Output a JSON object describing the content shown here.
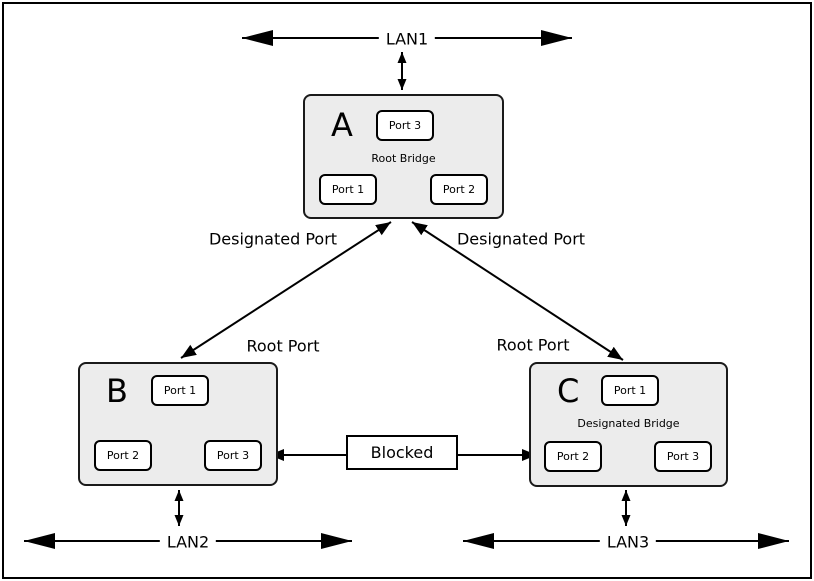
{
  "diagram": {
    "lans": {
      "lan1": "LAN1",
      "lan2": "LAN2",
      "lan3": "LAN3"
    },
    "bridges": {
      "a": {
        "letter": "A",
        "role": "Root Bridge",
        "ports": {
          "top": "Port 3",
          "bottom_left": "Port 1",
          "bottom_right": "Port 2"
        }
      },
      "b": {
        "letter": "B",
        "ports": {
          "top": "Port 1",
          "bottom_left": "Port 2",
          "bottom_right": "Port 3"
        }
      },
      "c": {
        "letter": "C",
        "role": "Designated Bridge",
        "ports": {
          "top": "Port 1",
          "bottom_left": "Port 2",
          "bottom_right": "Port 3"
        }
      }
    },
    "labels": {
      "designated_port_left": "Designated Port",
      "designated_port_right": "Designated Port",
      "root_port_left": "Root Port",
      "root_port_right": "Root Port",
      "blocked": "Blocked"
    },
    "colors": {
      "bridge_fill": "#ececec",
      "port_fill": "#ffffff",
      "line": "#000000",
      "background": "#ffffff"
    }
  }
}
